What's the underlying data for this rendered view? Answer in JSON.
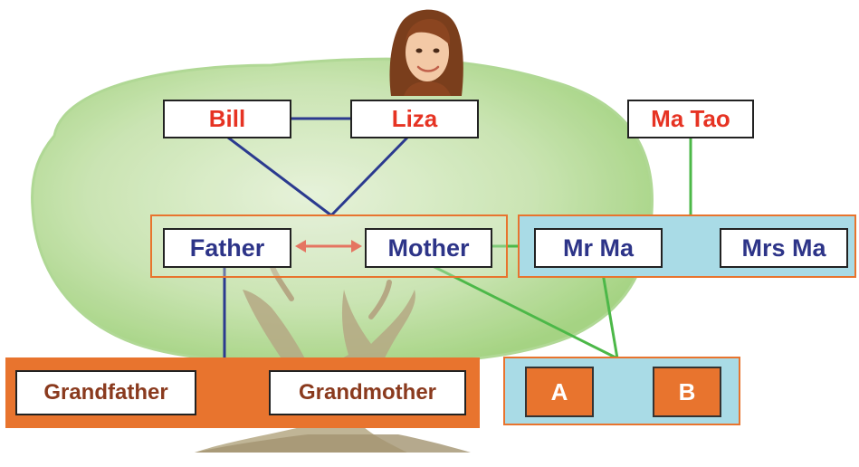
{
  "nodes": {
    "bill": "Bill",
    "liza": "Liza",
    "ma_tao": "Ma Tao",
    "father": "Father",
    "mother": "Mother",
    "mr_ma": "Mr Ma",
    "mrs_ma": "Mrs Ma",
    "grandfather": "Grandfather",
    "grandmother": "Grandmother",
    "a": "A",
    "b": "B"
  },
  "colors": {
    "name_red": "#e63323",
    "name_blue": "#2d3488",
    "name_brown": "#8a3a1e",
    "blue_line": "#2b3a8f",
    "green_line": "#4cb848",
    "orange": "#e8742e",
    "light_blue": "#a9dbe6",
    "arrow_red": "#e63323",
    "tree_green": "#b9dc9a"
  },
  "icons": {
    "photo": "girl-portrait-icon",
    "tree": "tree-illustration"
  }
}
